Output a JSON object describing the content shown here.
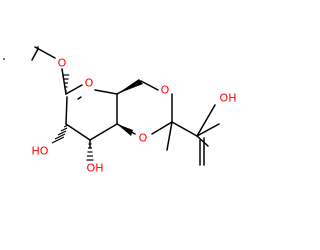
{
  "molecule": {
    "atom_labels": {
      "methoxy_o": "O",
      "ring_o": "O",
      "dioxane_o_top": "O",
      "dioxane_o_bottom": "O",
      "acid_oh": "OH",
      "hydroxyl_2": "HO",
      "hydroxyl_3": "OH"
    },
    "colors": {
      "oxygen": "#ff0000",
      "bond": "#000000"
    }
  }
}
